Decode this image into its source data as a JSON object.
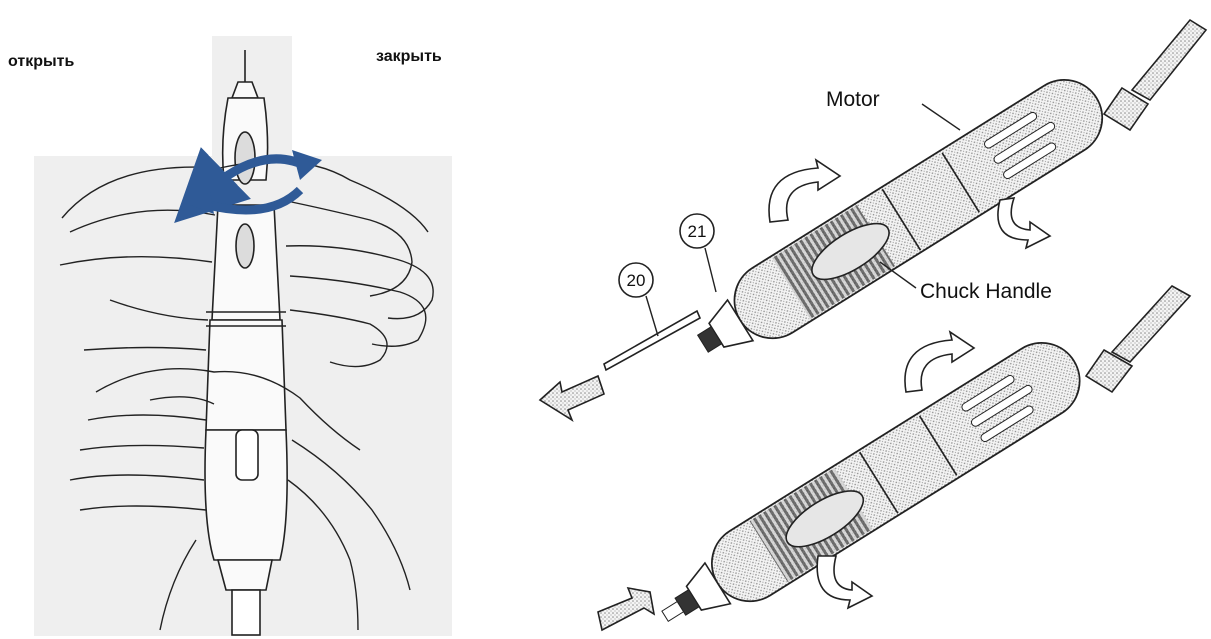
{
  "left_panel": {
    "open_label": "открыть",
    "close_label": "закрыть"
  },
  "right_panel": {
    "motor_label": "Motor",
    "chuck_handle_label": "Chuck Handle",
    "part_20": "20",
    "part_21": "21"
  },
  "colors": {
    "arrow_blue": "#2f5a97",
    "line": "#222222",
    "stipple": "#9a9a9a"
  },
  "icons": [
    "rotate-arrow-icon",
    "curved-arrow-icon",
    "direction-arrow-icon"
  ]
}
